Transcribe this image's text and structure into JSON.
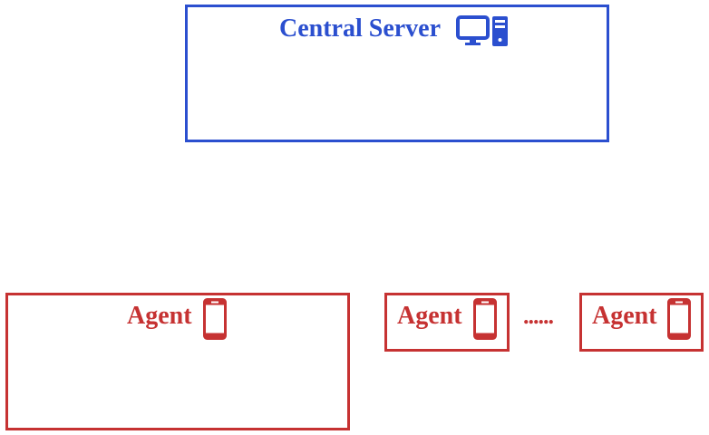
{
  "server": {
    "title": "Central Server",
    "icon": "desktop-computer-icon",
    "color": "#2b4fcf"
  },
  "agents": [
    {
      "label": "Agent",
      "icon": "smartphone-icon"
    },
    {
      "label": "Agent",
      "icon": "smartphone-icon"
    },
    {
      "label": "Agent",
      "icon": "smartphone-icon"
    }
  ],
  "ellipsis": "......",
  "agent_color": "#c63232"
}
